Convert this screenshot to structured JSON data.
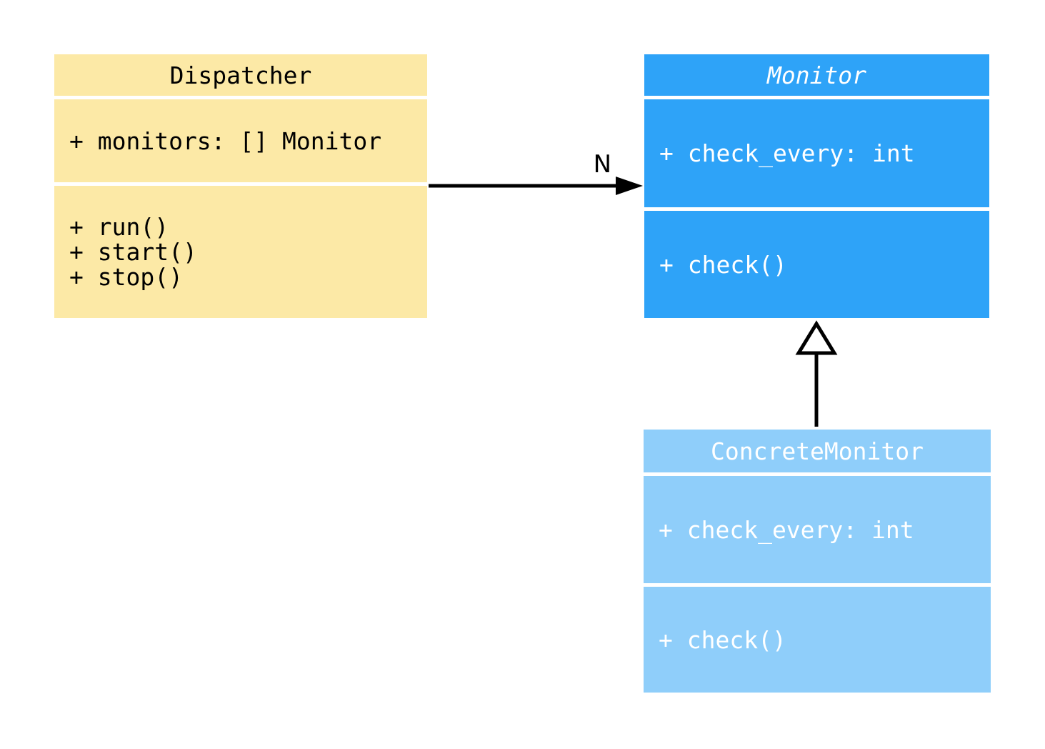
{
  "diagram": {
    "background_color": "#ffffff",
    "classes": {
      "dispatcher": {
        "name": "Dispatcher",
        "attributes": [
          "+ monitors: [] Monitor"
        ],
        "methods": [
          "+ run()",
          "+ start()",
          "+ stop()"
        ],
        "fill": "#fce9a6",
        "text_color": "#000000",
        "abstract": false
      },
      "monitor": {
        "name": "Monitor",
        "attributes": [
          "+ check_every: int"
        ],
        "methods": [
          "+ check()"
        ],
        "fill": "#2ea3f8",
        "text_color": "#ffffff",
        "abstract": true
      },
      "concrete_monitor": {
        "name": "ConcreteMonitor",
        "attributes": [
          "+ check_every: int"
        ],
        "methods": [
          "+ check()"
        ],
        "fill": "#8fcefa",
        "text_color": "#ffffff",
        "abstract": false
      }
    },
    "relations": {
      "association": {
        "type": "association",
        "from": "Dispatcher",
        "to": "Monitor",
        "label": "N",
        "line_color": "#000000"
      },
      "inheritance": {
        "type": "inheritance",
        "from": "ConcreteMonitor",
        "to": "Monitor",
        "line_color": "#000000"
      }
    }
  }
}
